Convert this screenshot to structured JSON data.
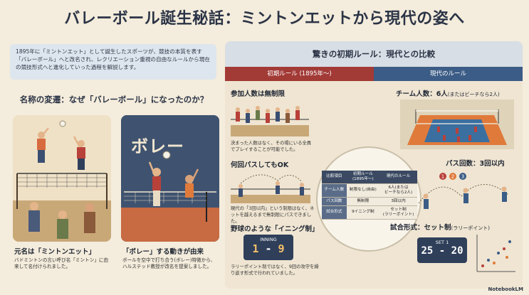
{
  "title": "バレーボール誕生秘話：ミントンエットから現代の姿へ",
  "intro": "1895年に「ミントンエット」として誕生したスポーツが、競技の本質を表す「バレーボール」へと改名され、レクリエーション重視の自由なルールから現在の競技形式へと進化していった過程を解説します。",
  "rename_section": {
    "title": "名称の変遷：なぜ「バレーボール」になったのか？",
    "card_a": {
      "heading": "元名は「ミントンエット」",
      "text": "バドミントンの言い呼び名「ミントン」に由来して名付けられました。"
    },
    "card_b": {
      "poster_word": "ボレー",
      "heading": "「ボレー」する動きが由来",
      "text": "ボールを空中で打ち合う(ボレー)特徴から、ハルステッド教授が改名を提案しました。"
    }
  },
  "comparison": {
    "banner": "驚きの初期ルール：現代との比較",
    "old_header": "初期ルール (1895年〜)",
    "new_header": "現代のルール",
    "old": [
      {
        "heading": "参加人数は無制限",
        "text": "決まった人数はなく、その場にいる全員でプレイすることが可能でした。"
      },
      {
        "heading": "何回パスしてもOK",
        "text": "現代の「3回以内」という制限はなく、ネットを越えるまで無制限にパスできました。"
      },
      {
        "heading": "野球のような「イニング制」",
        "text": "ラリーポイント制ではなく、9回の攻守を繰り返す形式で行われていました。"
      }
    ],
    "new": [
      {
        "heading": "チーム人数：6人",
        "note": "(またはビーチなら2人)"
      },
      {
        "heading": "パス回数：3回以内"
      },
      {
        "heading": "試合形式：セット制",
        "note": "(ラリーポイント)"
      }
    ],
    "inning_board": {
      "label": "INNING",
      "score_left": "1",
      "dash": "-",
      "score_right": "9"
    },
    "set_board": {
      "label": "SET 1",
      "score_left": "25",
      "dash": "-",
      "score_right": "20"
    },
    "pass_numbers": [
      "1",
      "2",
      "3"
    ],
    "table": {
      "headers": [
        "比較項目",
        "初期ルール\n(1895年〜)",
        "現代のルール"
      ],
      "rows": [
        [
          "チーム人数",
          "制限なし(自由)",
          "6人(または\nビーチなら2人)"
        ],
        [
          "パス回数",
          "無制限",
          "3回以内"
        ],
        [
          "試合形式",
          "9イニング制",
          "セット制\n(ラリーポイント)"
        ]
      ]
    }
  },
  "footer_brand": "NotebookLM",
  "colors": {
    "old_red": "#a23a36",
    "new_blue": "#3b5c86",
    "background": "#f4ecdc"
  }
}
